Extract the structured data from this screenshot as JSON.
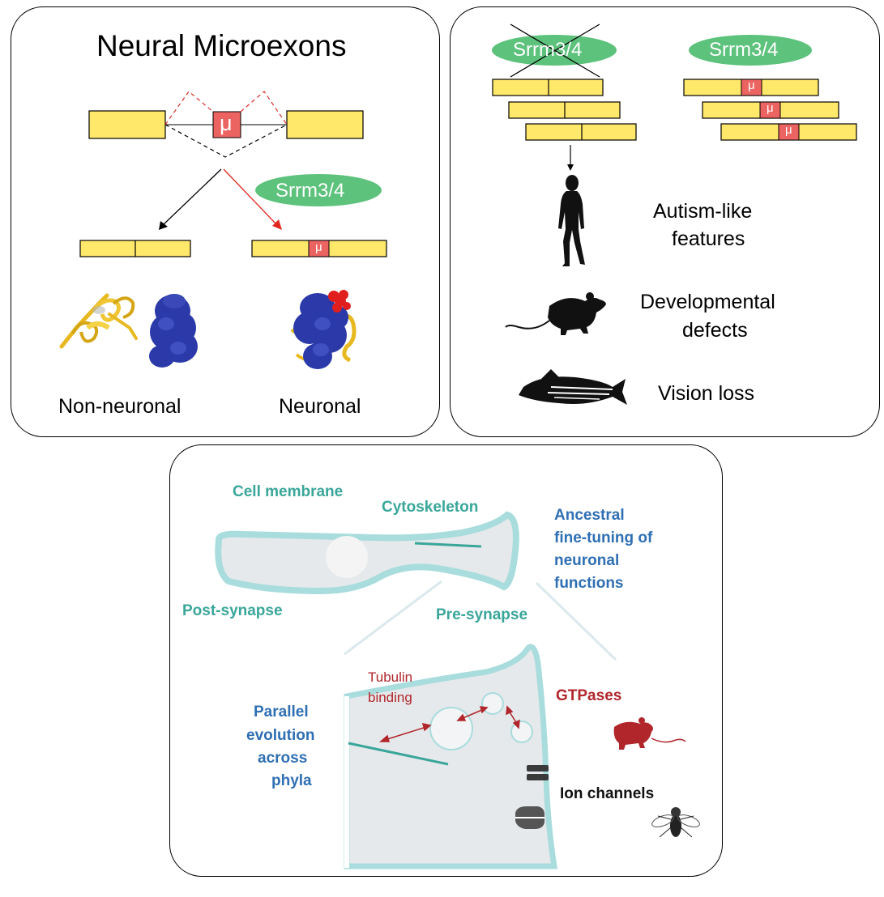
{
  "panel_left": {
    "title": "Neural Microexons",
    "exon_label": "μ",
    "splice_factor": "Srrm3/4",
    "label_non_neuronal": "Non-neuronal",
    "label_neuronal": "Neuronal"
  },
  "panel_right": {
    "factor_knockout": "Srrm3/4",
    "factor_active": "Srrm3/4",
    "exon_label": "μ",
    "effect_autism_line1": "Autism-like",
    "effect_autism_line2": "features",
    "effect_dev_line1": "Developmental",
    "effect_dev_line2": "defects",
    "effect_vision": "Vision loss"
  },
  "panel_bottom": {
    "cell_membrane": "Cell membrane",
    "cytoskeleton": "Cytoskeleton",
    "ancestral_line1": "Ancestral",
    "ancestral_line2": "fine-tuning of",
    "ancestral_line3": "neuronal",
    "ancestral_line4": "functions",
    "post_synapse": "Post-synapse",
    "pre_synapse": "Pre-synapse",
    "tubulin_line1": "Tubulin",
    "tubulin_line2": "binding",
    "gtpases": "GTPases",
    "parallel_line1": "Parallel",
    "parallel_line2": "evolution",
    "parallel_line3": "across",
    "parallel_line4": "phyla",
    "ion_channels": "Ion channels"
  },
  "colors": {
    "exon_yellow": "#ffe86a",
    "microexon_red": "#ec6461",
    "srrm_green": "#5dc27c",
    "teal": "#3aa69a",
    "blue_text": "#2f6fb3",
    "dark_red": "#b0262b",
    "protein_blue": "#2b3aa8",
    "protein_gold": "#e8b820",
    "cell_fill": "#e6e9eb",
    "cell_outline": "#a9dcdd"
  }
}
